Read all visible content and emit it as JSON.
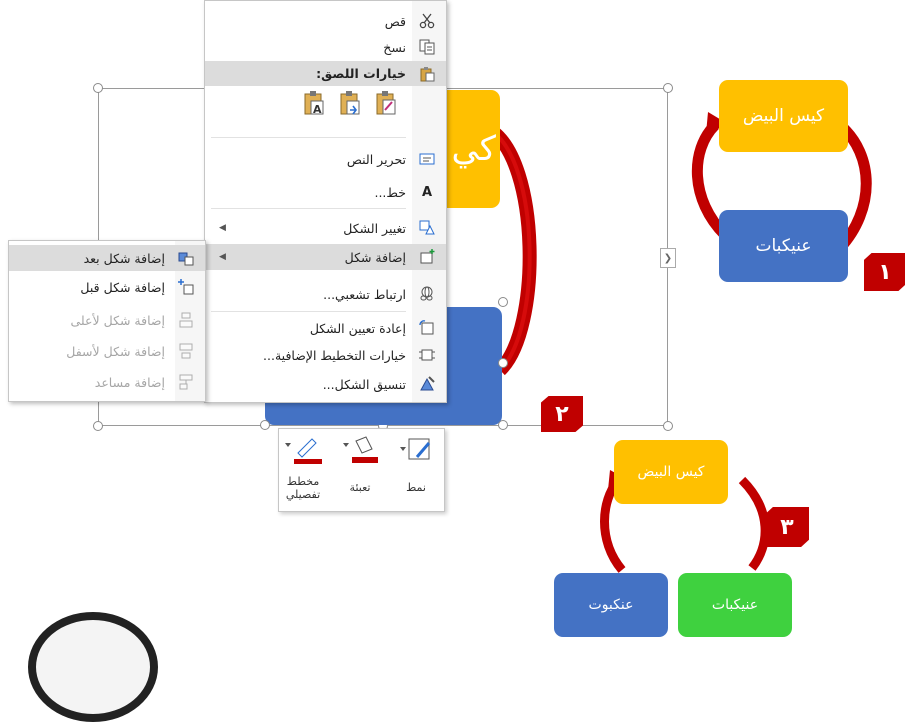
{
  "menu": {
    "cut": "قص",
    "copy": "نسخ",
    "paste_options": "خيارات اللصق:",
    "edit_text": "تحرير النص",
    "font": "خط...",
    "change_shape": "تغيير الشكل",
    "add_shape": "إضافة شكل",
    "hyperlink": "ارتباط تشعبي...",
    "reset_shape": "إعادة تعيين الشكل",
    "layout_options": "خيارات التخطيط الإضافية...",
    "format_shape": "تنسيق الشكل..."
  },
  "submenu": {
    "add_after": "إضافة شكل بعد",
    "add_before": "إضافة شكل قبل",
    "add_above": "إضافة شكل لأعلى",
    "add_below": "إضافة شكل لأسفل",
    "add_assistant": "إضافة مساعد"
  },
  "mini_toolbar": {
    "style": "نمط",
    "fill": "تعبئة",
    "outline": "مخطط تفصيلي"
  },
  "diagram1": {
    "top": "كيس البيض",
    "bottom": "عنيكبات",
    "badge": "١"
  },
  "diagram2": {
    "partial_text": "كي",
    "badge": "٢"
  },
  "diagram3": {
    "top": "كيس البيض",
    "left": "عنكبوت",
    "right": "عنيكبات",
    "badge": "٣"
  },
  "colors": {
    "yellow": "#ffc000",
    "blue": "#4472c4",
    "green": "#3fd13f",
    "arrow_red": "#c00000",
    "badge": "#c00000"
  },
  "icons": [
    "scissors-icon",
    "copy-icon",
    "paste-icon",
    "edit-text-icon",
    "font-icon",
    "change-shape-icon",
    "add-shape-icon",
    "hyperlink-icon",
    "reset-shape-icon",
    "layout-options-icon",
    "format-shape-icon",
    "style-icon",
    "fill-icon",
    "outline-icon"
  ]
}
